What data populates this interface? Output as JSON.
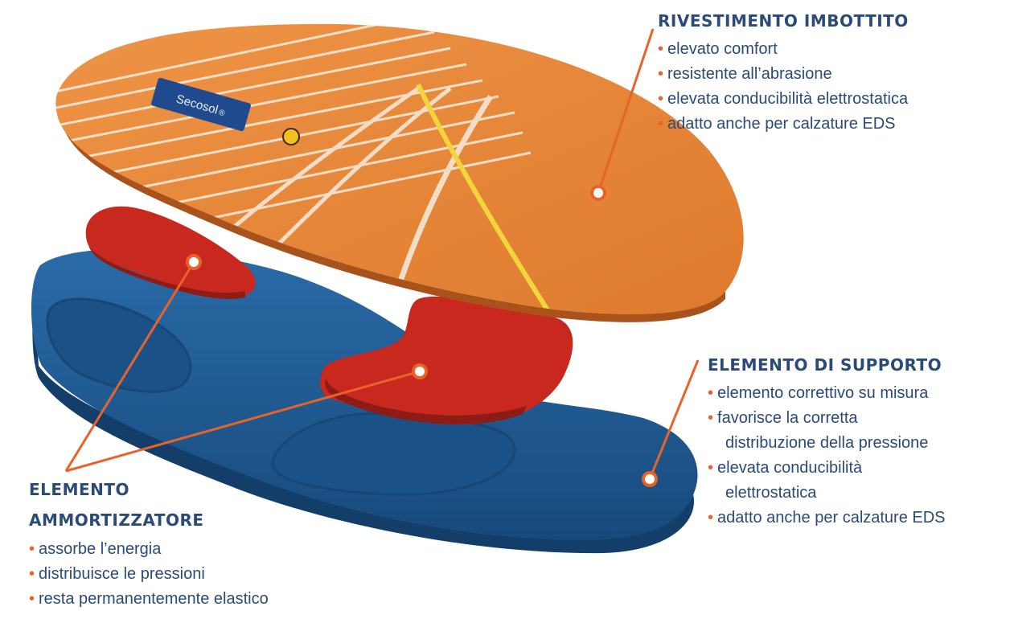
{
  "brand": {
    "logo_text": "Secosol",
    "logo_mark": "®"
  },
  "colors": {
    "heading": "#2a4a78",
    "accent": "#e7632a",
    "cover_orange": "#e8873a",
    "support_red": "#c8281e",
    "base_blue": "#1f5c94"
  },
  "callouts": {
    "top": {
      "title": "RIVESTIMENTO IMBOTTITO",
      "items": [
        "elevato comfort",
        "resistente all’abrasione",
        "elevata conducibilità elettrostatica",
        "adatto anche per calzature EDS"
      ]
    },
    "right": {
      "title": "ELEMENTO DI SUPPORTO",
      "items": [
        "elemento correttivo su misura",
        "favorisce la corretta",
        "distribuzione della pressione",
        "elevata conducibilità",
        "elettrostatica",
        "adatto anche per calzature EDS"
      ]
    },
    "left": {
      "title_line1": "ELEMENTO",
      "title_line2": "AMMORTIZZATORE",
      "items": [
        "assorbe l’energia",
        "distribuisce le pressioni",
        "resta permanentemente elastico"
      ]
    }
  }
}
